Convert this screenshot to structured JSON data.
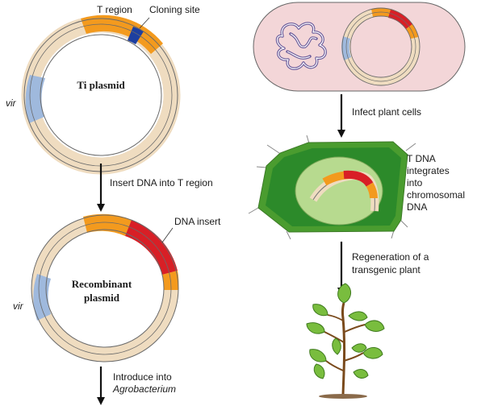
{
  "labels": {
    "t_region": "T region",
    "cloning_site": "Cloning site",
    "ti_plasmid": "Ti plasmid",
    "vir_top": "vir",
    "insert_step": "Insert DNA into T region",
    "dna_insert": "DNA insert",
    "recombinant_line1": "Recombinant",
    "recombinant_line2": "plasmid",
    "vir_bottom": "vir",
    "introduce_line1": "Introduce into",
    "introduce_line2": "Agrobacterium",
    "infect_step": "Infect plant cells",
    "tdna_line1": "T DNA",
    "tdna_line2": "integrates",
    "tdna_line3": "into",
    "tdna_line4": "chromosomal",
    "tdna_line5": "DNA",
    "regen_line1": "Regeneration of a",
    "regen_line2": "transgenic plant"
  },
  "colors": {
    "ring": "#efdcc0",
    "t_region": "#f39a1e",
    "cloning_site": "#1d3fa0",
    "vir": "#9fb9dd",
    "insert": "#d81f26",
    "bacterium": "#f3d6d8",
    "chromosome": "#6b5b9a",
    "cell_wall": "#4a9c2f",
    "cytoplasm": "#2c8a2a",
    "nucleus": "#b7da8f",
    "leaf": "#79bd3e",
    "stem": "#7a4a1c"
  }
}
